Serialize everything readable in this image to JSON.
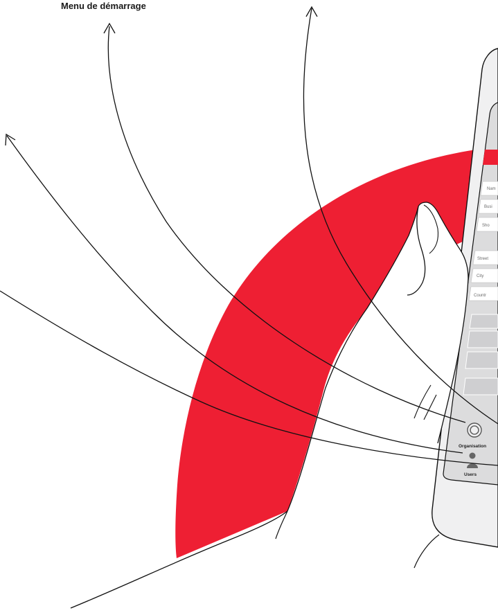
{
  "caption": "Menu de démarrage",
  "screen": {
    "fields": [
      "Nam",
      "Busi",
      "Sho",
      "Street",
      "City",
      "Countr"
    ],
    "tabs": [
      {
        "label": "Organisation",
        "icon": "organisation-icon"
      },
      {
        "label": "Users",
        "icon": "user-icon"
      }
    ]
  },
  "colors": {
    "accent": "#ee1f33",
    "outline": "#111111",
    "device_body": "#f0f0f1",
    "screen_bg": "#dcdcdd",
    "button_gray": "#cfcfd1"
  }
}
